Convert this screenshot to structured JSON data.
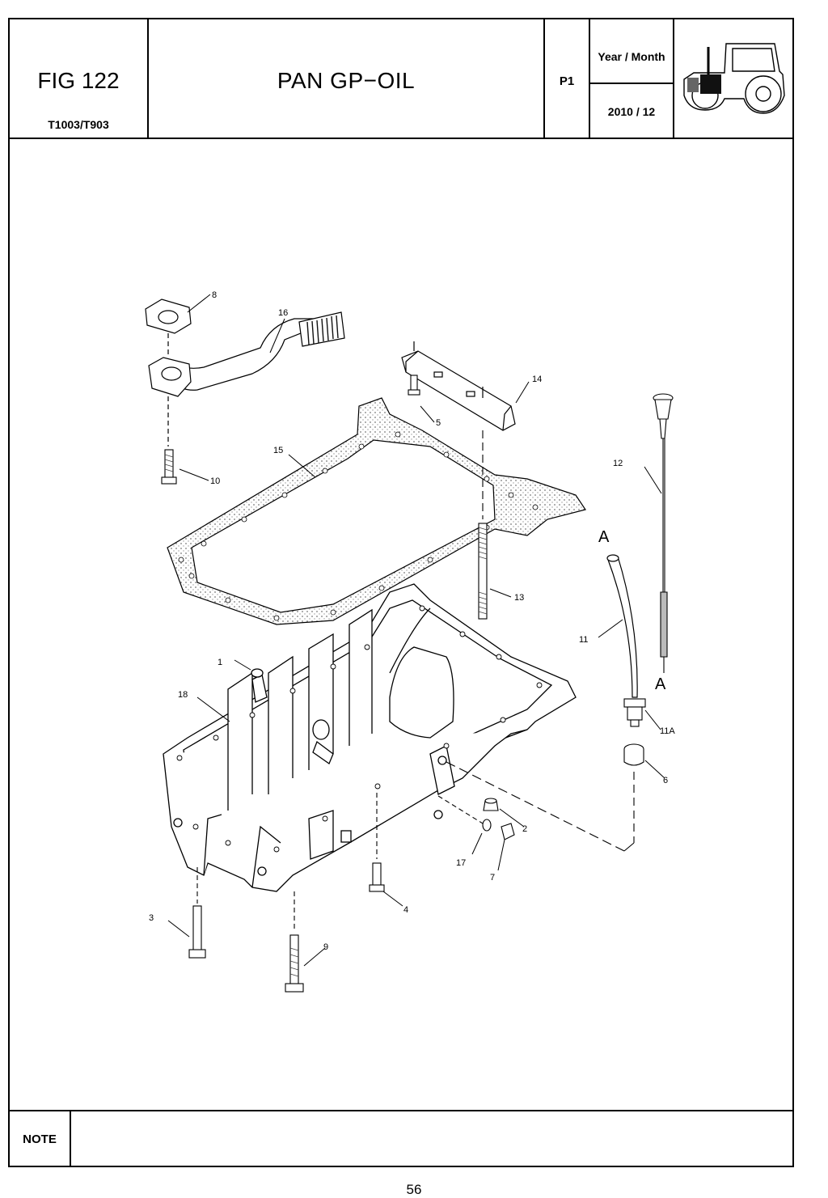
{
  "header": {
    "figure": "FIG 122",
    "model": "T1003/T903",
    "title": "PAN GP−OIL",
    "page_code": "P1",
    "year_month_label": "Year / Month",
    "year_month_value": "2010  / 12"
  },
  "callouts": {
    "c1": "1",
    "c2": "2",
    "c3": "3",
    "c4": "4",
    "c5": "5",
    "c6": "6",
    "c7": "7",
    "c8": "8",
    "c9": "9",
    "c10": "10",
    "c11": "11",
    "c11a": "11A",
    "c12": "12",
    "c13": "13",
    "c14": "14",
    "c15": "15",
    "c16": "16",
    "c17": "17",
    "c18": "18",
    "ref_a_top": "A",
    "ref_a_bottom": "A"
  },
  "note_label": "NOTE",
  "page_number": "56",
  "icons": {
    "tractor": "tractor-icon"
  }
}
